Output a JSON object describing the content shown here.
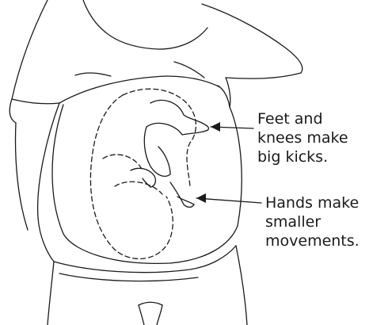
{
  "labels": {
    "feet": {
      "lines": [
        "Feet and",
        "knees make",
        "big kicks."
      ]
    },
    "hands": {
      "lines": [
        "Hands make",
        "smaller",
        "movements."
      ]
    }
  },
  "colors": {
    "ink": "#1a1a1a",
    "background": "#ffffff"
  }
}
